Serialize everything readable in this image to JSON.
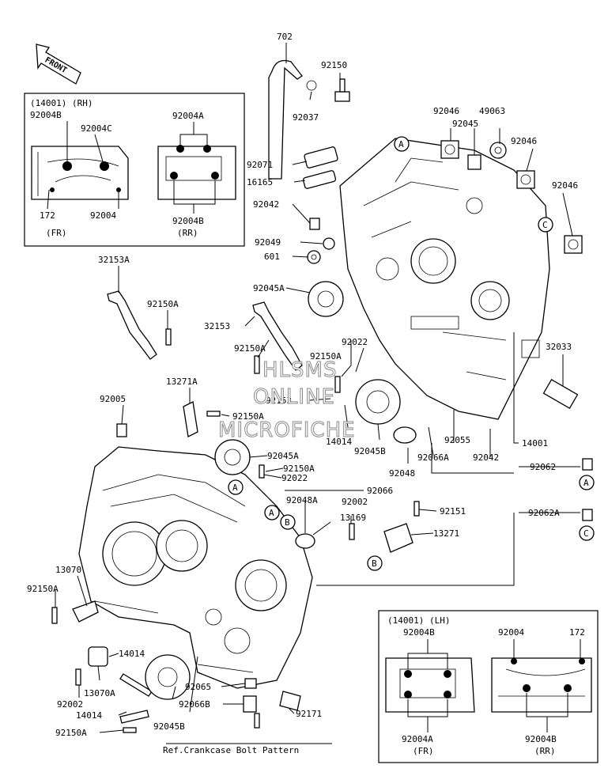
{
  "front_label": "FRONT",
  "watermark": [
    "HLSMS",
    "ONLINE",
    "MICROFICHE"
  ],
  "footer": "Ref.Crankcase Bolt Pattern",
  "inset_rh": {
    "title": "(14001) (RH)",
    "labels": [
      "92004B",
      "92004C",
      "92004A",
      "172",
      "92004",
      "92004B"
    ],
    "fr": "(FR)",
    "rr": "(RR)"
  },
  "inset_lh": {
    "title": "(14001) (LH)",
    "labels": [
      "92004B",
      "92004",
      "172",
      "92004A",
      "92004B"
    ],
    "fr": "(FR)",
    "rr": "(RR)"
  },
  "callouts": [
    "A",
    "B",
    "C"
  ],
  "parts": [
    "702",
    "92150",
    "92037",
    "92046",
    "49063",
    "92045",
    "92046",
    "92071",
    "16165",
    "92042",
    "92049",
    "601",
    "92046",
    "32153A",
    "92045A",
    "92150A",
    "32153",
    "92150A",
    "92150A",
    "92022",
    "92153",
    "14014",
    "92045B",
    "32033",
    "13271A",
    "92005",
    "92150A",
    "14001",
    "92055",
    "92066A",
    "92042",
    "92048",
    "92062",
    "92045A",
    "92150A",
    "92022",
    "92066",
    "92048A",
    "92002",
    "92151",
    "92062A",
    "13169",
    "13271",
    "13070",
    "92150A",
    "14014",
    "13070A",
    "92002",
    "14014",
    "92150A",
    "92065",
    "92066B",
    "92045B",
    "92171"
  ]
}
